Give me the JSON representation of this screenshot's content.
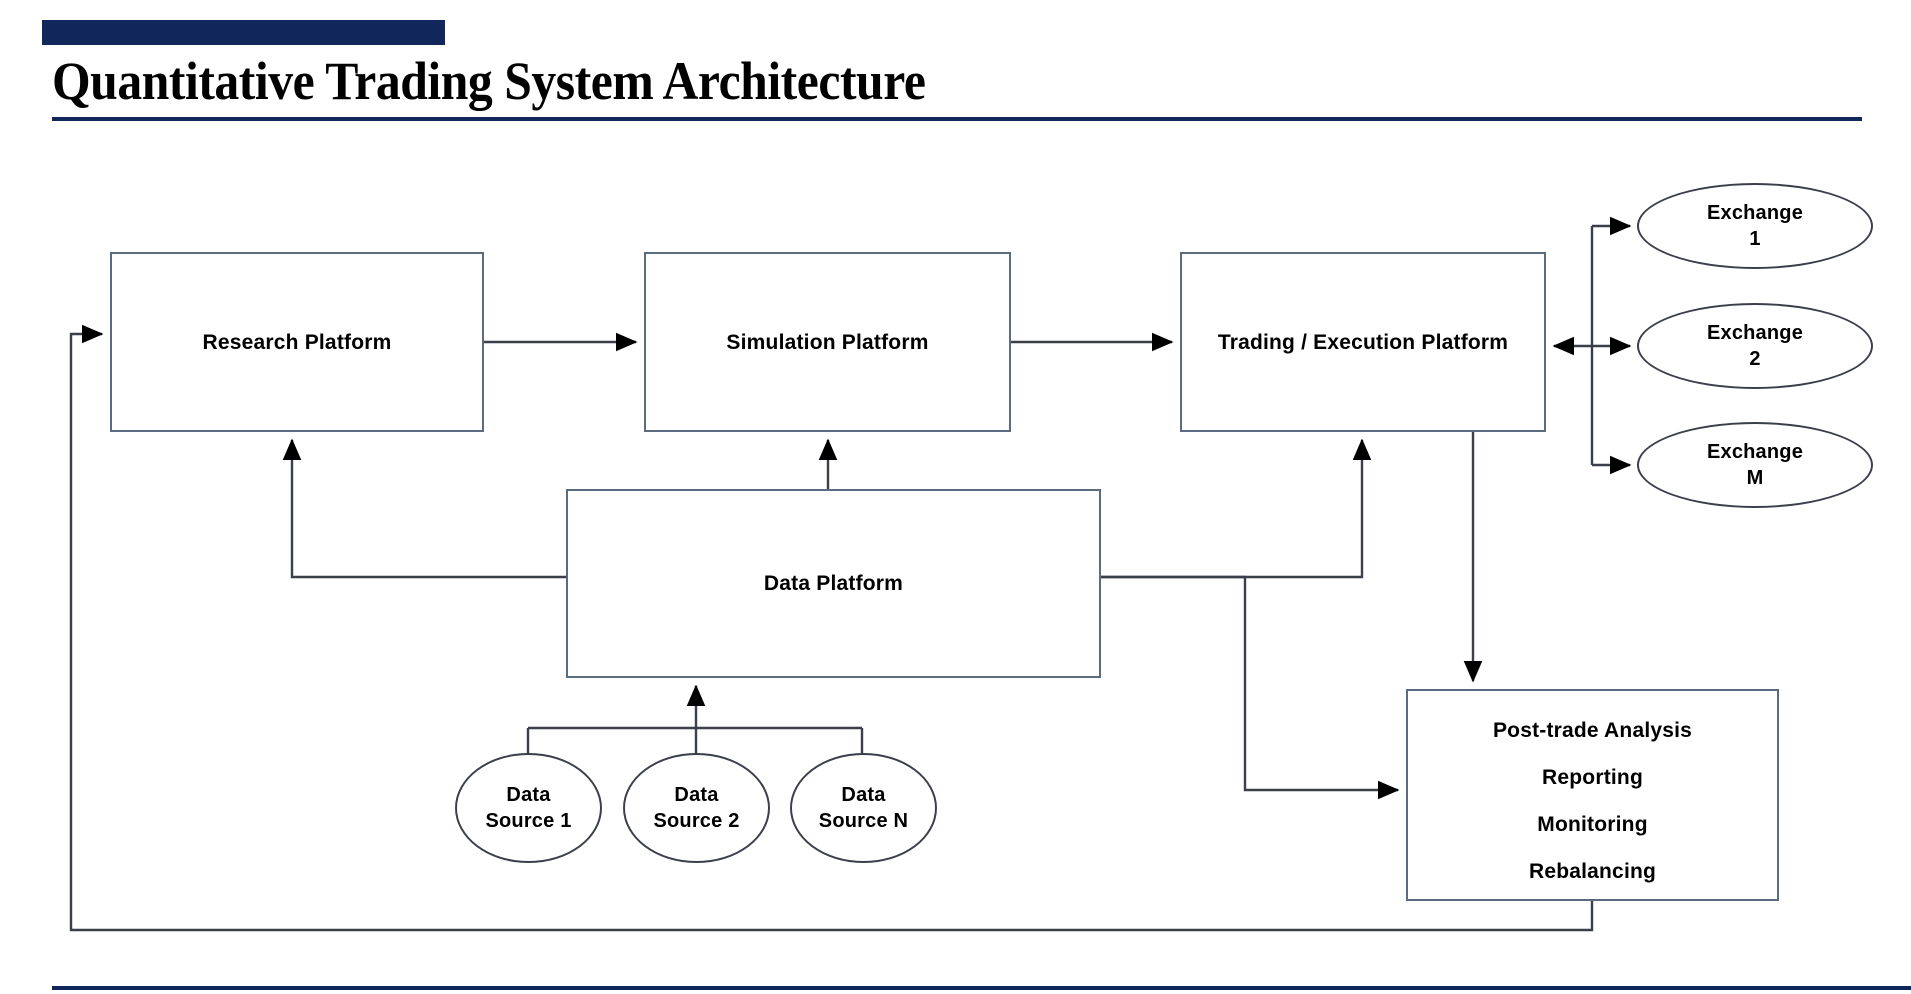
{
  "slide": {
    "title": "Quantitative Trading System Architecture",
    "accent_color": "#11275c",
    "box_border_color": "#5b6b80",
    "ellipse_border_color": "#3b3f4a",
    "connector_color": "#3b3f4a",
    "background": "#ffffff"
  },
  "diagram": {
    "type": "flowchart",
    "nodes": {
      "research": {
        "label": "Research Platform",
        "shape": "rectangle"
      },
      "simulation": {
        "label": "Simulation Platform",
        "shape": "rectangle"
      },
      "trading": {
        "label": "Trading / Execution Platform",
        "shape": "rectangle"
      },
      "data_platform": {
        "label": "Data Platform",
        "shape": "rectangle"
      },
      "post_trade": {
        "shape": "rectangle",
        "lines": [
          "Post-trade Analysis",
          "Reporting",
          "Monitoring",
          "Rebalancing"
        ]
      },
      "exchanges": [
        {
          "line1": "Exchange",
          "line2": "1",
          "shape": "ellipse"
        },
        {
          "line1": "Exchange",
          "line2": "2",
          "shape": "ellipse"
        },
        {
          "line1": "Exchange",
          "line2": "M",
          "shape": "ellipse"
        }
      ],
      "data_sources": [
        {
          "line1": "Data",
          "line2": "Source 1",
          "shape": "ellipse"
        },
        {
          "line1": "Data",
          "line2": "Source 2",
          "shape": "ellipse"
        },
        {
          "line1": "Data",
          "line2": "Source N",
          "shape": "ellipse"
        }
      ]
    },
    "edges": [
      {
        "from": "research",
        "to": "simulation",
        "arrow": "single"
      },
      {
        "from": "simulation",
        "to": "trading",
        "arrow": "single"
      },
      {
        "from": "trading",
        "to": "exchange_1",
        "arrow": "single"
      },
      {
        "from": "trading",
        "to": "exchange_2",
        "arrow": "double"
      },
      {
        "from": "trading",
        "to": "exchange_m",
        "arrow": "single"
      },
      {
        "from": "data_platform",
        "to": "research",
        "arrow": "single"
      },
      {
        "from": "data_platform",
        "to": "simulation",
        "arrow": "single"
      },
      {
        "from": "data_platform",
        "to": "trading",
        "arrow": "single"
      },
      {
        "from": "data_platform",
        "to": "post_trade",
        "arrow": "single"
      },
      {
        "from": "data_source_1",
        "to": "data_platform",
        "arrow": "single"
      },
      {
        "from": "data_source_2",
        "to": "data_platform",
        "arrow": "single"
      },
      {
        "from": "data_source_n",
        "to": "data_platform",
        "arrow": "single"
      },
      {
        "from": "trading",
        "to": "post_trade",
        "arrow": "single"
      },
      {
        "from": "post_trade",
        "to": "research",
        "arrow": "single"
      }
    ]
  }
}
